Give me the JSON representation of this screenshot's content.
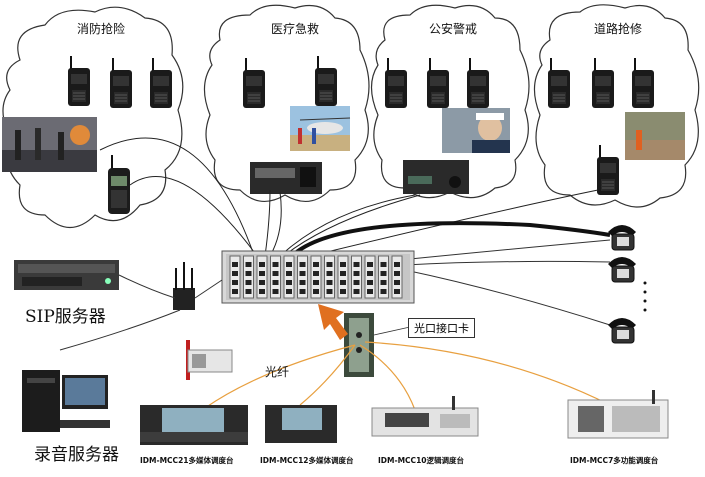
{
  "clouds": [
    {
      "title": "消防抢险"
    },
    {
      "title": "医疗急救"
    },
    {
      "title": "公安警戒"
    },
    {
      "title": "道路抢修"
    }
  ],
  "labels": {
    "sip_server": "SIP服务器",
    "record_server": "录音服务器",
    "fiber": "光纤",
    "optical_card": "光口接口卡"
  },
  "consoles": [
    {
      "label": "IDM-MCC21多媒体调度台"
    },
    {
      "label": "IDM-MCC12多媒体调度台"
    },
    {
      "label": "IDM-MCC10逻辑调度台"
    },
    {
      "label": "IDM-MCC7多功能调度台"
    }
  ],
  "colors": {
    "fiber": "#e8a040",
    "cable": "#222222",
    "arrow": "#e07020",
    "cloud_stroke": "#333333"
  }
}
